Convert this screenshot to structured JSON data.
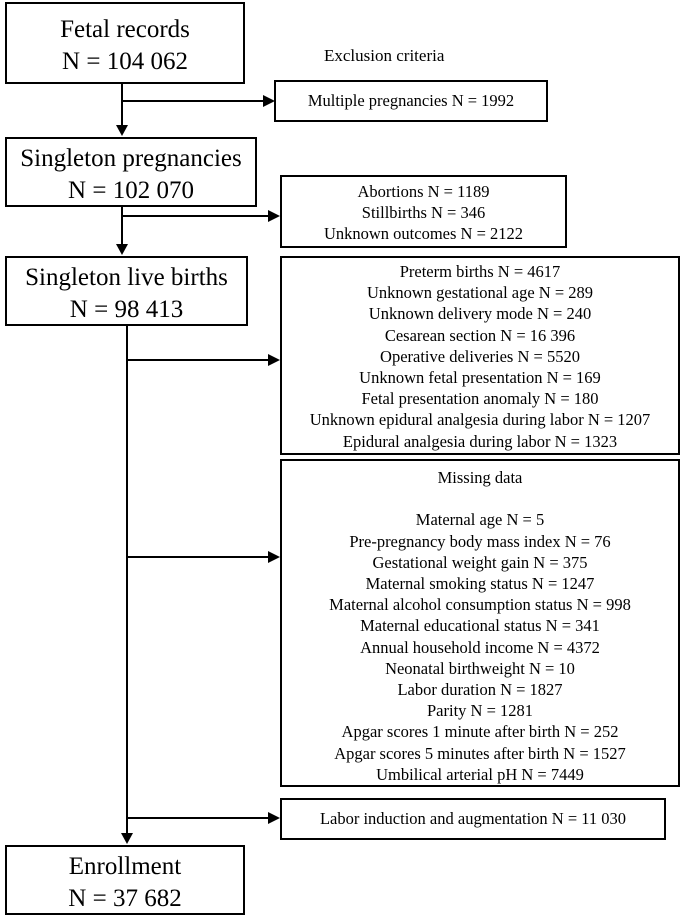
{
  "flowchart": {
    "main_steps": [
      {
        "title": "Fetal records",
        "count": "N = 104 062"
      },
      {
        "title": "Singleton pregnancies",
        "count": "N = 102 070"
      },
      {
        "title": "Singleton live births",
        "count": "N = 98 413"
      },
      {
        "title": "Enrollment",
        "count": "N = 37 682"
      }
    ],
    "exclusion_heading": "Exclusion criteria",
    "exclusions": {
      "multiple": [
        "Multiple pregnancies N = 1992"
      ],
      "outcomes": [
        "Abortions N = 1189",
        "Stillbirths N = 346",
        "Unknown outcomes N = 2122"
      ],
      "births": [
        "Preterm births N = 4617",
        "Unknown gestational age N = 289",
        "Unknown delivery mode N = 240",
        "Cesarean section N = 16 396",
        "Operative deliveries N = 5520",
        "Unknown fetal presentation N = 169",
        "Fetal presentation anomaly N = 180",
        "Unknown epidural analgesia during labor N = 1207",
        "Epidural analgesia during labor N = 1323"
      ],
      "missing_heading": "Missing data",
      "missing": [
        "Maternal age N = 5",
        "Pre-pregnancy body mass index N = 76",
        "Gestational weight gain N = 375",
        "Maternal smoking status N = 1247",
        "Maternal alcohol consumption status N = 998",
        "Maternal educational status N = 341",
        "Annual household income N = 4372",
        "Neonatal birthweight N = 10",
        "Labor duration N = 1827",
        "Parity N = 1281",
        "Apgar scores 1 minute after birth N = 252",
        "Apgar scores 5 minutes after birth N = 1527",
        "Umbilical arterial pH N = 7449"
      ],
      "induction": [
        "Labor induction and augmentation N = 11 030"
      ]
    }
  }
}
